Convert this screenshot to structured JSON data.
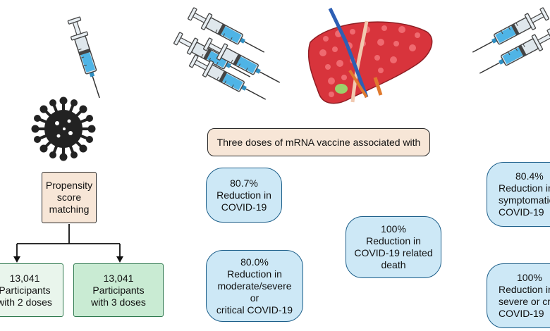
{
  "left": {
    "propensity": [
      "Propensity",
      "score",
      "matching"
    ],
    "group_two_doses": [
      "13,041",
      "Participants",
      "with 2 doses"
    ],
    "group_three_doses": [
      "13,041",
      "Participants",
      "with 3 doses"
    ]
  },
  "title": "Three doses of mRNA vaccine associated with",
  "outcomes": {
    "covid19": [
      "80.7%",
      "Reduction in",
      "COVID-19"
    ],
    "moderate_severe": [
      "80.0%",
      "Reduction in",
      "moderate/severe",
      "or",
      "critical COVID-19"
    ],
    "death": [
      "100%",
      "Reduction in",
      "COVID-19 related",
      "death"
    ],
    "symptomatic": [
      "80.4%",
      "Reduction in",
      "symptomatic",
      "COVID-19"
    ],
    "severe_critical": [
      "100%",
      "Reduction in",
      "severe or critical",
      "COVID-19"
    ]
  },
  "colors": {
    "pill_fill": "#cde8f6",
    "pill_border": "#1d5f8a",
    "beige": "#f7e6d7",
    "green": "#c9ebd3",
    "liver": "#d8343c"
  },
  "icons": [
    "syringe-icon",
    "coronavirus-icon",
    "liver-icon"
  ]
}
